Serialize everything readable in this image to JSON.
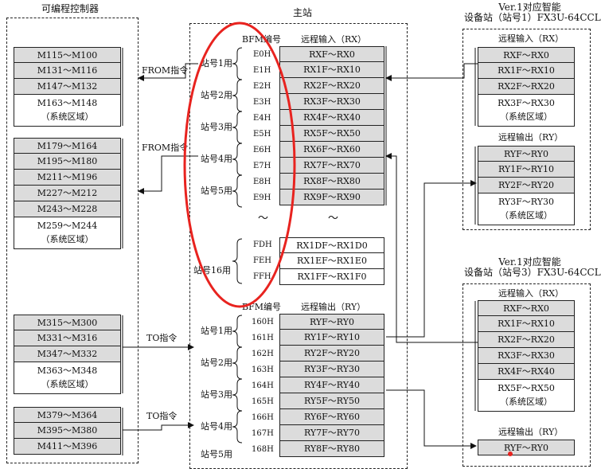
{
  "plc": {
    "title": "可编程控制器",
    "group1": [
      "M115～M100",
      "M131～M116",
      "M147～M132",
      "M163～M148\n（系统区域）"
    ],
    "group2": [
      "M179～M164",
      "M195～M180",
      "M211～M196",
      "M227～M212",
      "M243～M228",
      "M259～M244\n（系统区域）"
    ],
    "group3": [
      "M315～M300",
      "M331～M316",
      "M347～M332",
      "M363～M348\n（系统区域）"
    ],
    "group4": [
      "M379～M364",
      "M395～M380",
      "M411～M396"
    ]
  },
  "instructions": {
    "from1": "FROM指令",
    "from2": "FROM指令",
    "to1": "TO指令",
    "to2": "TO指令"
  },
  "master": {
    "title": "主站",
    "bfm_header": "BFM编号",
    "input_header": "远程输入（RX）",
    "output_header": "远程输出（RY）",
    "input_addrs": [
      "E0H",
      "E1H",
      "E2H",
      "E3H",
      "E4H",
      "E5H",
      "E6H",
      "E7H",
      "E8H",
      "E9H"
    ],
    "input_cells": [
      "RXF～RX0",
      "RX1F～RX10",
      "RX2F～RX20",
      "RX3F～RX30",
      "RX4F～RX40",
      "RX5F～RX50",
      "RX6F～RX60",
      "RX7F～RX70",
      "RX8F～RX80",
      "RX9F～RX90"
    ],
    "input_tail_addrs": [
      "FDH",
      "FEH",
      "FFH"
    ],
    "input_tail_cells": [
      "RX1DF～RX1D0",
      "RX1EF～RX1E0",
      "RX1FF～RX1F0"
    ],
    "input_stations": [
      "站号1用",
      "站号2用",
      "站号3用",
      "站号4用",
      "站号5用",
      "站号16用"
    ],
    "output_addrs": [
      "160H",
      "161H",
      "162H",
      "163H",
      "164H",
      "165H",
      "166H",
      "167H",
      "168H"
    ],
    "output_cells": [
      "RYF～RY0",
      "RY1F～RY10",
      "RY2F～RY20",
      "RY3F～RY30",
      "RY4F～RY40",
      "RY5F～RY50",
      "RY6F～RY60",
      "RY7F～RY70",
      "RY8F～RY80"
    ],
    "output_stations": [
      "站号1用",
      "站号2用",
      "站号3用",
      "站号4用",
      "站号5用"
    ],
    "ellipsis": "～"
  },
  "station1": {
    "title_line1": "Ver.1对应智能",
    "title_line2": "设备站（站号1）FX3U-64CCL",
    "input_header": "远程输入（RX）",
    "input_cells": [
      "RXF～RX0",
      "RX1F～RX10",
      "RX2F～RX20",
      "RX3F～RX30\n（系统区域）"
    ],
    "output_header": "远程输出（RY）",
    "output_cells": [
      "RYF～RY0",
      "RY1F～RY10",
      "RY2F～RY20",
      "RY3F～RY30\n（系统区域）"
    ]
  },
  "station3": {
    "title_line1": "Ver.1对应智能",
    "title_line2": "设备站（站号3）FX3U-64CCL",
    "input_header": "远程输入（RX）",
    "input_cells": [
      "RXF～RX0",
      "RX1F～RX10",
      "RX2F～RX20",
      "RX3F～RX30",
      "RX4F～RX40",
      "RX5F～RX50\n（系统区域）"
    ],
    "output_header": "远程输出（RY）",
    "output_cells": [
      "RYF～RY0"
    ]
  },
  "colors": {
    "cell_fill": "#dcdcdc",
    "highlight": "#e8231f"
  }
}
